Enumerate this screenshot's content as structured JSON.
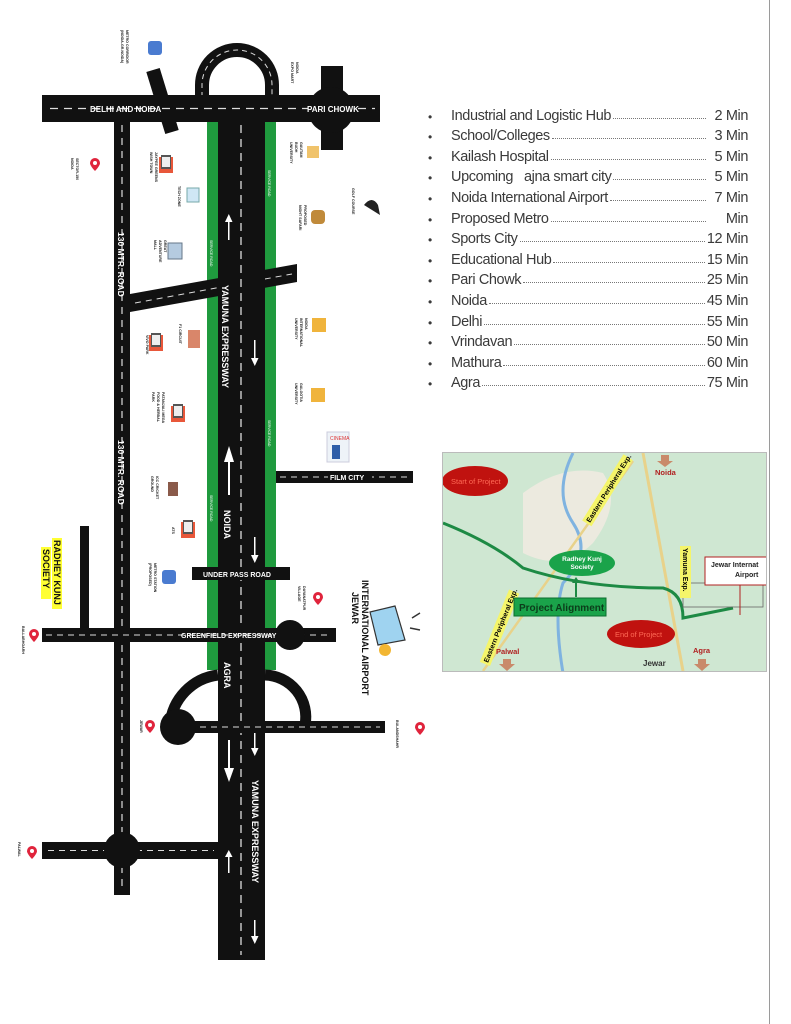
{
  "map": {
    "roads": {
      "delhi_noida": "DELHI AND NOIDA",
      "pari_chowk": "PARI CHOWK",
      "mtr_road": "130 MTR. ROAD",
      "yamuna": "YAMUNA EXPRESSWAY",
      "noida": "NOIDA",
      "agra": "AGRA",
      "film_city": "FILM CITY",
      "underpass": "UNDER PASS ROAD",
      "greenfield": "GREENFIELD EXPRESSWAY",
      "service_road": "SERVICE ROAD"
    },
    "radhey": {
      "line1": "RADHEY KUNJ",
      "line2": "SOCIETY"
    },
    "airport": {
      "line1": "JEWAR",
      "line2": "INTERNATIONAL AIRPORT"
    },
    "poi": {
      "metro_corridor_1": "METRO CORRIDOR",
      "metro_corridor_2": "(NOIDA-GR.NOIDA)",
      "expo_1": "NOIDA",
      "expo_2": "EXPO MART",
      "sector_1": "SECTOR-150",
      "sector_2": "NOIDA",
      "jaypee_1": "JAYPEE GREENS",
      "jaypee_2": "WISH TOWN",
      "tech_zone": "TECH ZONE",
      "mall_1": "GREAT",
      "mall_2": "ADVENTURE",
      "mall_3": "MALL",
      "gbu_1": "GAUTAM",
      "gbu_2": "BUDH",
      "gbu_3": "UNIVERSITY",
      "safari_1": "PROPOSED",
      "safari_2": "NIGHT SAFARI",
      "golf": "GOLF COURSE",
      "niu_1": "NOIDA",
      "niu_2": "INTERNATIONAL",
      "niu_3": "UNIVERSITY",
      "galgotia_1": "GALGOTIA",
      "galgotia_2": "UNIVERSITY",
      "f1": "F1 CIRCUIT",
      "vivo": "VIVO PARK",
      "patanjali_1": "PATANJALI MEGA",
      "patanjali_2": "FOOD & HERBAL",
      "patanjali_3": "PARK",
      "cinema": "CINEMA",
      "icc_1": "ICC CRICKET",
      "icc_2": "GROUND",
      "ats": "ATS",
      "metro_station_1": "METRO STATION",
      "metro_station_2": "(PROPOSED)",
      "dayanatpur_1": "DAYANATPUR",
      "dayanatpur_2": "VILLAGE",
      "ballabhgarh": "BALLABHGARH",
      "jewar": "JEWAR",
      "bulandshahr": "BULANDSHAHR",
      "palwal": "PALWAL"
    }
  },
  "distances": [
    {
      "place": "Industrial and Logistic Hub",
      "time": "2 Min"
    },
    {
      "place": "School/Colleges",
      "time": "3 Min"
    },
    {
      "place": "Kailash Hospital",
      "time": "5 Min"
    },
    {
      "place": "Upcoming   ajna smart city",
      "time": "5 Min"
    },
    {
      "place": "Noida International Airport",
      "time": "7 Min"
    },
    {
      "place": "Proposed Metro",
      "time": "Min"
    },
    {
      "place": "Sports City",
      "time": "12 Min"
    },
    {
      "place": "Educational Hub",
      "time": "15 Min"
    },
    {
      "place": "Pari Chowk",
      "time": "25 Min"
    },
    {
      "place": "Noida",
      "time": "45 Min"
    },
    {
      "place": "Delhi",
      "time": "55 Min"
    },
    {
      "place": "Vrindavan",
      "time": "50 Min"
    },
    {
      "place": "Mathura",
      "time": "60 Min"
    },
    {
      "place": "Agra",
      "time": "75 Min"
    }
  ],
  "inset": {
    "start": "Start of Project",
    "end": "End of Project",
    "noida": "Noida",
    "epe": "Eastern Peripheral Exp.",
    "radhey_1": "Radhey Kunj",
    "radhey_2": "Society",
    "yamuna": "Yamuna Exp.",
    "airport_1": "Jewar Internat",
    "airport_2": "Airport",
    "alignment": "Project Alignment",
    "palwal": "Palwal",
    "jewar": "Jewar",
    "agra": "Agra"
  },
  "colors": {
    "road": "#111111",
    "green": "#1f9a3e",
    "pin": "#e0243c",
    "highlight": "#ffff33"
  }
}
